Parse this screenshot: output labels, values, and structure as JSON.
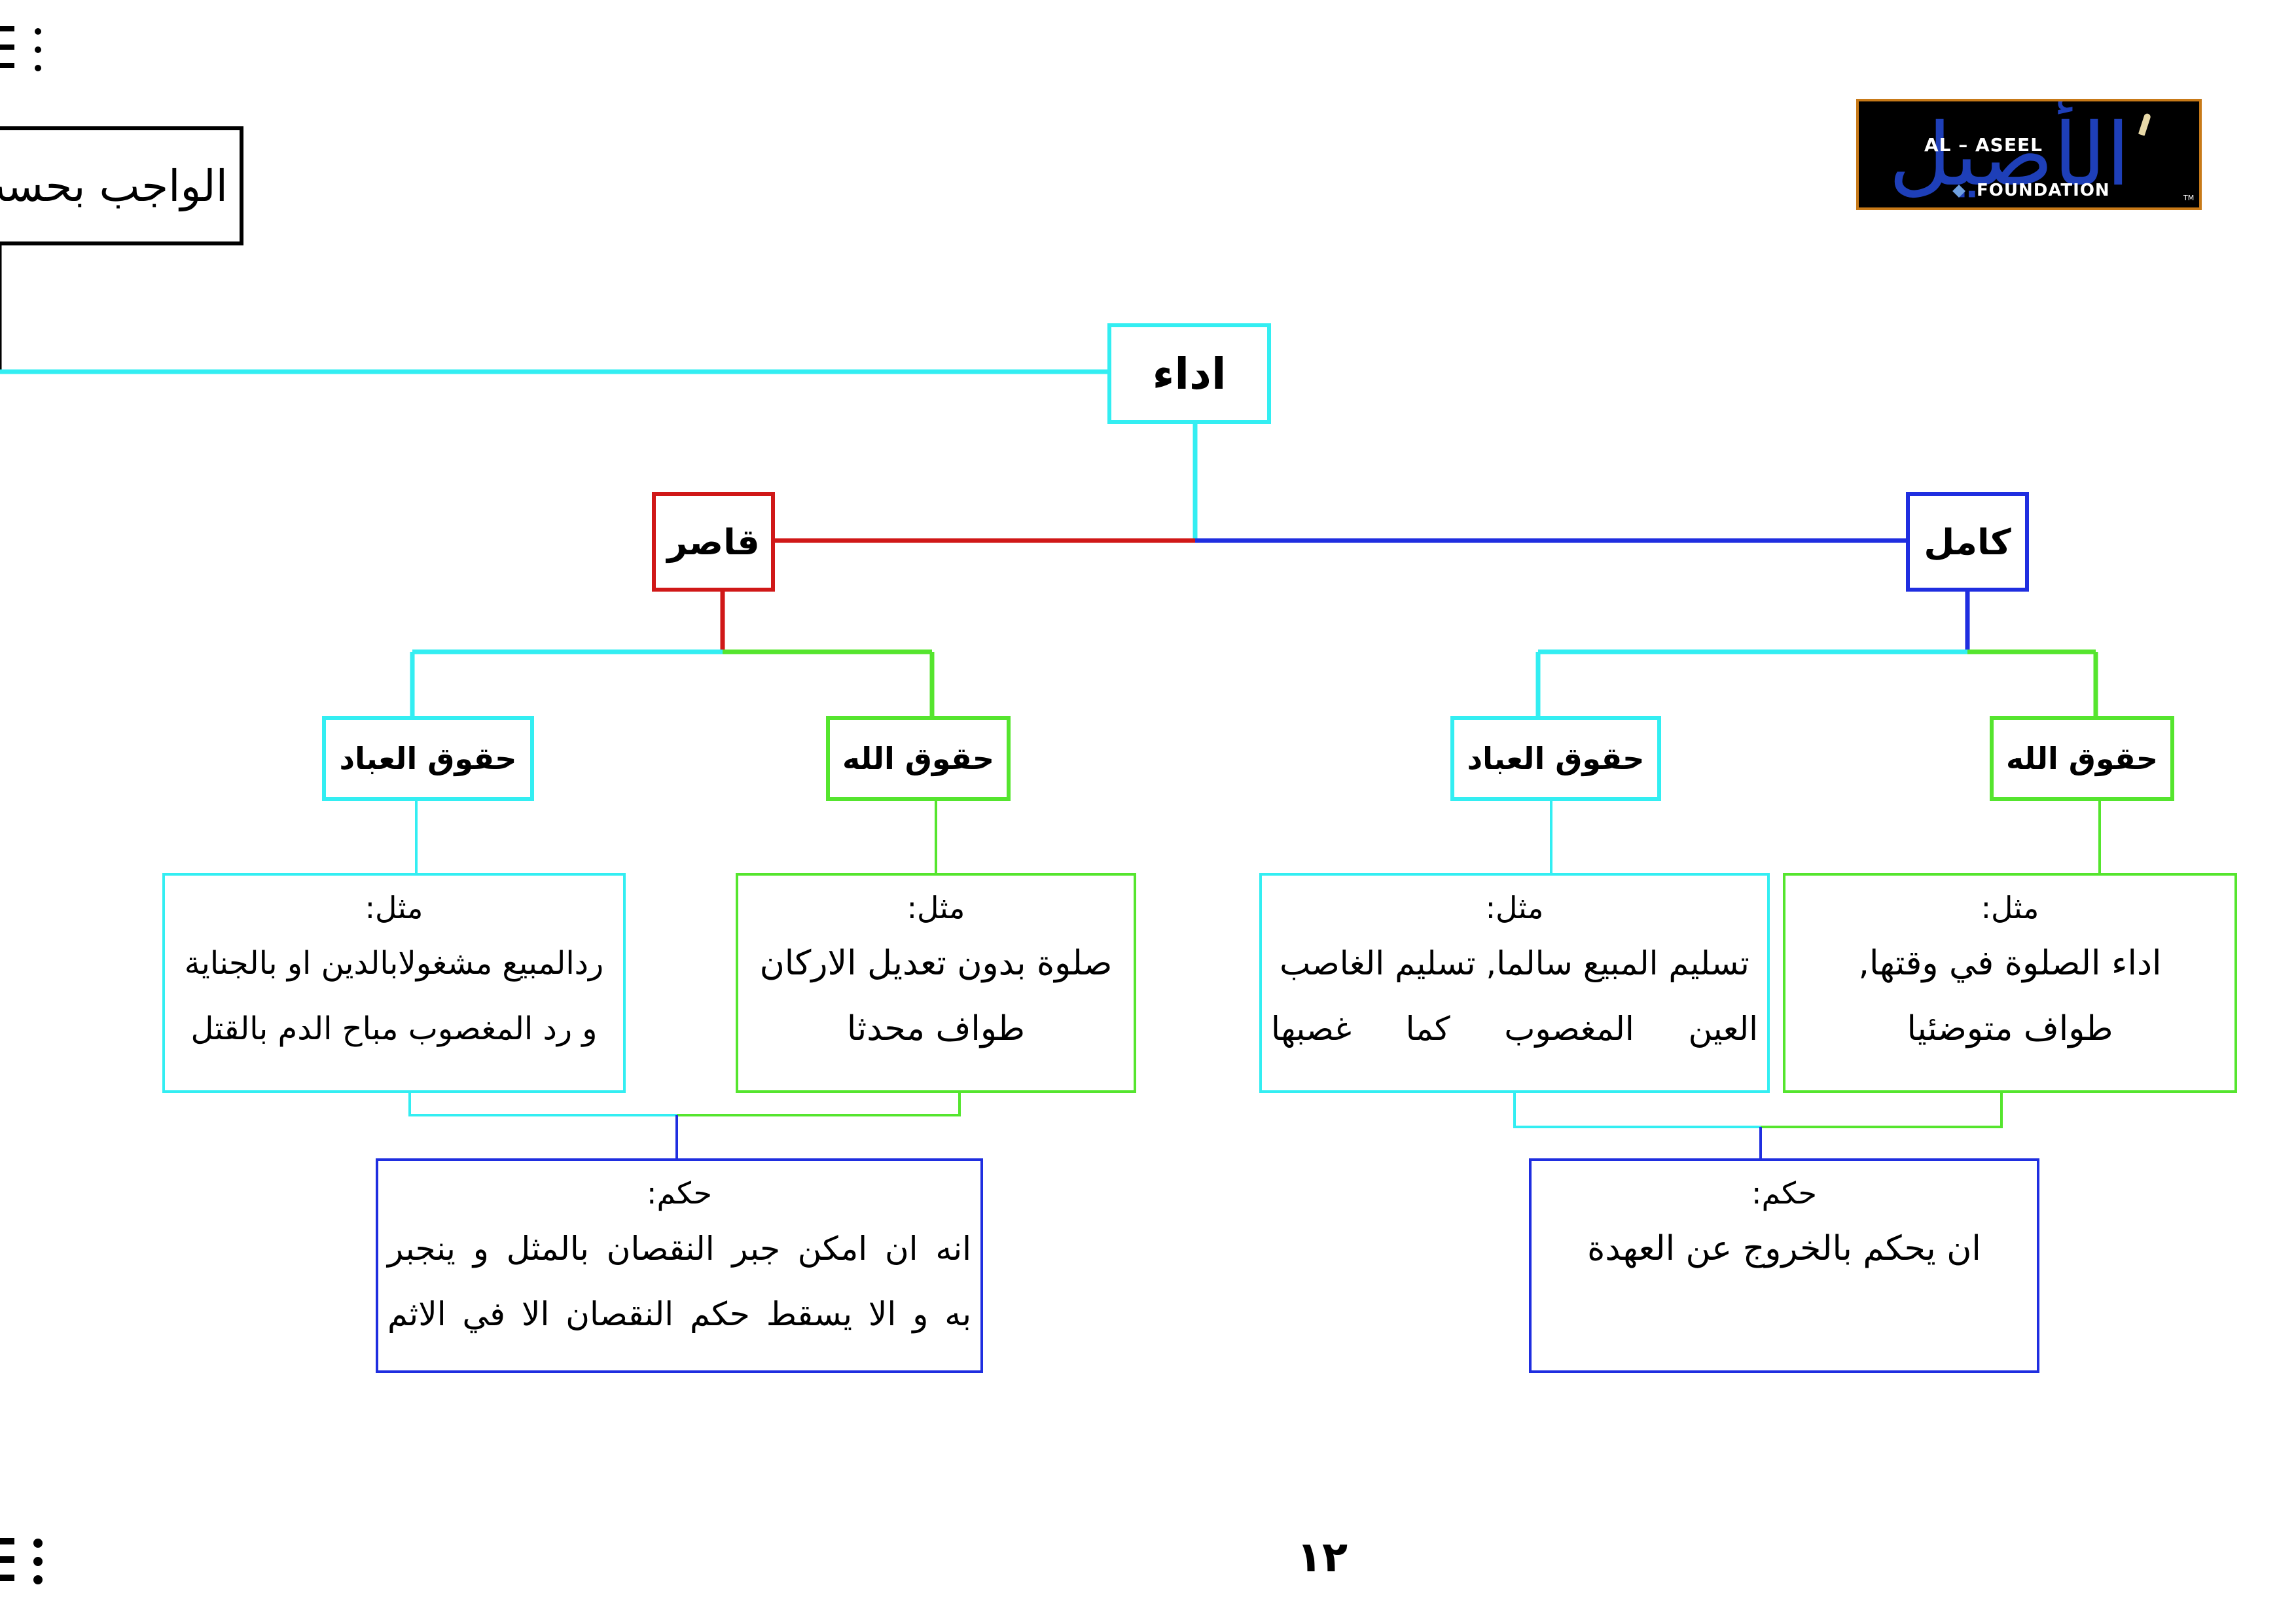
{
  "page": {
    "partial_title": "الواجب بحسب",
    "page_number": "١٢"
  },
  "logo": {
    "arabic_text": "الأصيل",
    "english_top": "AL – ASEEL",
    "english_bottom": "FOUNDATION",
    "trademark": "TM"
  },
  "diagram": {
    "root": "اداء",
    "branches": {
      "kamil": {
        "label": "كامل",
        "huquq_allah": {
          "label": "حقوق الله",
          "example_heading": "مثل:",
          "example_lines": [
            "اداء الصلوة في وقتها,",
            "طواف متوضئيا"
          ]
        },
        "huquq_ibad": {
          "label": "حقوق العباد",
          "example_heading": "مثل:",
          "example_lines": [
            "تسليم المبيع سالما, تسليم الغاصب",
            "العين المغصوب كما غصبها"
          ]
        },
        "ruling": {
          "heading": "حكم:",
          "lines": [
            "ان يحكم بالخروج عن العهدة"
          ]
        }
      },
      "qasir": {
        "label": "قاصر",
        "huquq_allah": {
          "label": "حقوق الله",
          "example_heading": "مثل:",
          "example_lines": [
            "صلوة بدون تعديل الاركان",
            "طواف محدثا"
          ]
        },
        "huquq_ibad": {
          "label": "حقوق العباد",
          "example_heading": "مثل:",
          "example_lines": [
            "ردالمبيع مشغولابالدين او بالجناية",
            "و رد المغصوب مباح الدم بالقتل"
          ]
        },
        "ruling": {
          "heading": "حكم:",
          "lines": [
            "انه ان امكن جبر النقصان بالمثل و ينجبر",
            "به و الا يسقط حكم النقصان الا في الاثم"
          ]
        }
      }
    }
  },
  "colors": {
    "cyan": "#33eef2",
    "blue": "#1f2ee0",
    "red": "#d01818",
    "green": "#55e52e"
  }
}
